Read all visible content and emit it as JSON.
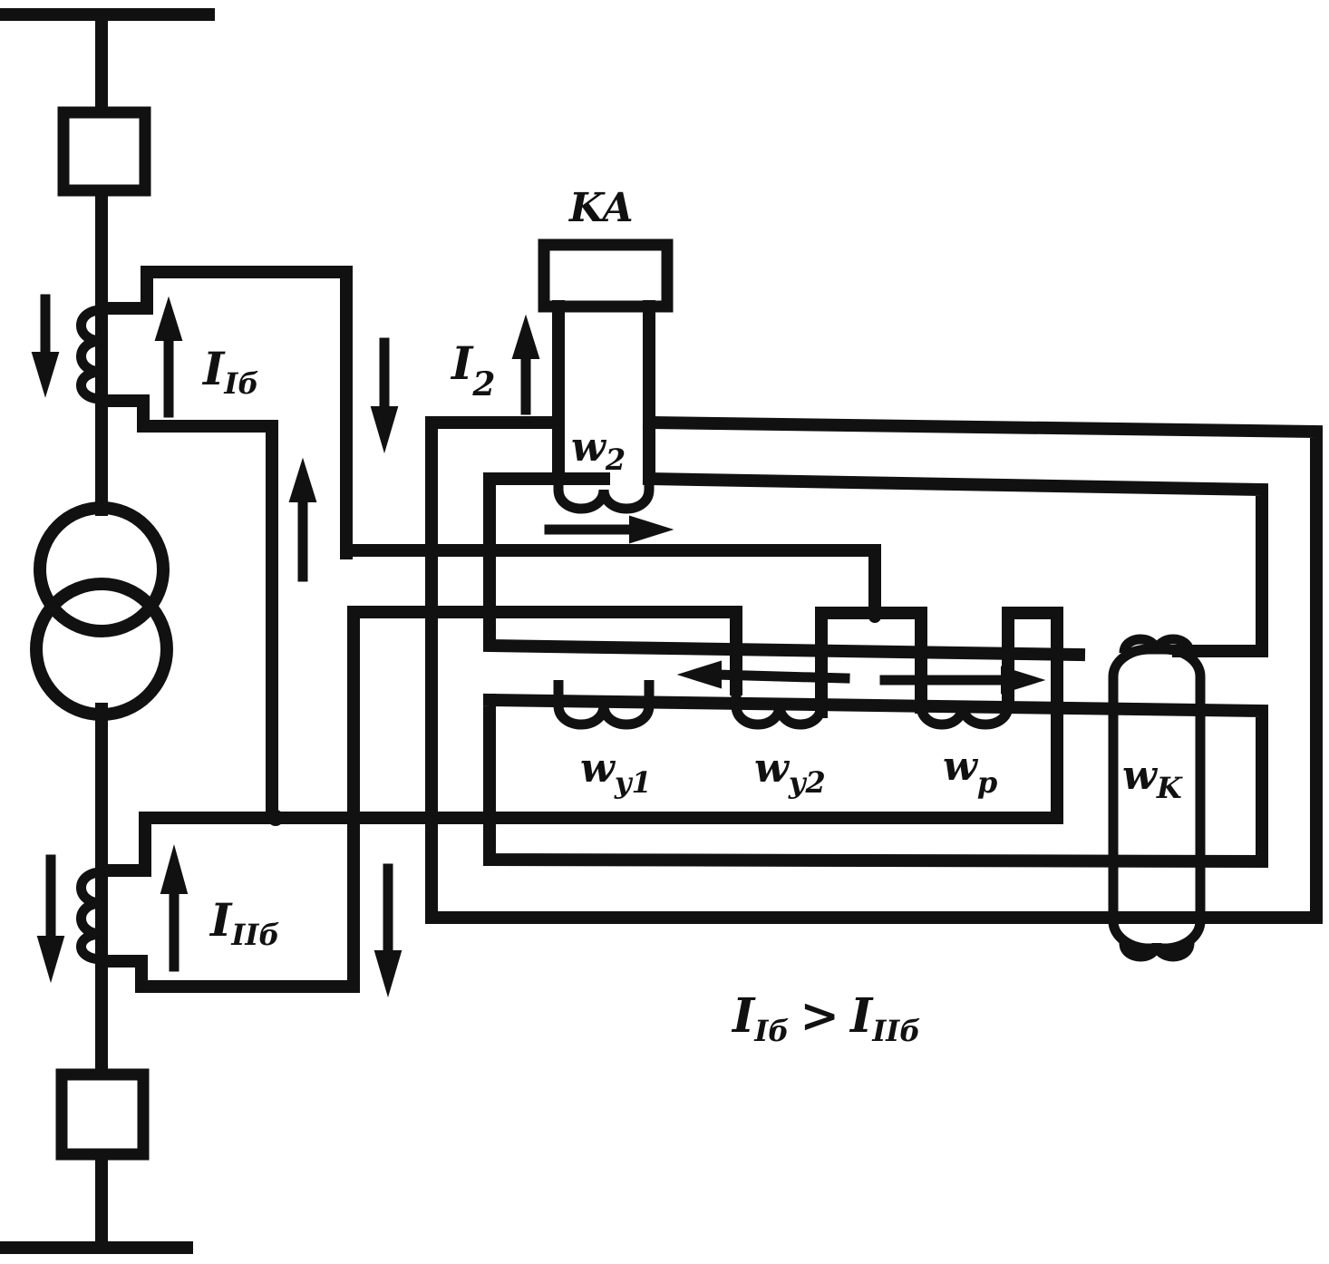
{
  "labels": {
    "relay": "KA",
    "i_hv_main": "I",
    "i_hv_sub": "Iб",
    "i_lv_main": "I",
    "i_lv_sub": "IIб",
    "i2_main": "I",
    "i2_sub": "2",
    "w2_main": "w",
    "w2_sub": "2",
    "wy1_main": "w",
    "wy1_sub": "y1",
    "wy2_main": "w",
    "wy2_sub": "y2",
    "wp_main": "w",
    "wp_sub": "p",
    "wk_main": "w",
    "wk_sub": "K",
    "condition": {
      "lhs_main": "I",
      "lhs_sub": "Iб",
      "op": ">",
      "rhs_main": "I",
      "rhs_sub": "IIб"
    }
  }
}
